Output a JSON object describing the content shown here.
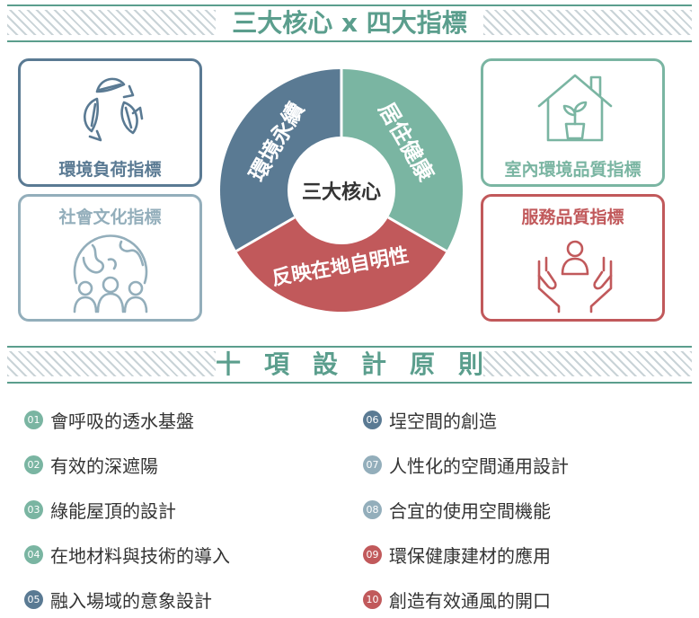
{
  "header": {
    "title": "三大核心 x 四大指標"
  },
  "indicators": {
    "environment_load": "環境負荷指標",
    "social_culture": "社會文化指標",
    "indoor_env": "室內環境品質指標",
    "service_quality": "服務品質指標"
  },
  "core": {
    "center": "三大核心",
    "sustainability": "環境永續",
    "health": "居住健康",
    "locality": "反映在地自明性"
  },
  "principles_banner": {
    "title": "十項設計原則"
  },
  "principles": [
    {
      "num": "01",
      "text": "會呼吸的透水基盤"
    },
    {
      "num": "02",
      "text": "有效的深遮陽"
    },
    {
      "num": "03",
      "text": "綠能屋頂的設計"
    },
    {
      "num": "04",
      "text": "在地材料與技術的導入"
    },
    {
      "num": "05",
      "text": "融入場域的意象設計"
    },
    {
      "num": "06",
      "text": "埕空間的創造"
    },
    {
      "num": "07",
      "text": "人性化的空間通用設計"
    },
    {
      "num": "08",
      "text": "合宜的使用空間機能"
    },
    {
      "num": "09",
      "text": "環保健康建材的應用"
    },
    {
      "num": "10",
      "text": "創造有效通風的開口"
    }
  ],
  "colors": {
    "green": "#7ab5a2",
    "blue": "#5a7a93",
    "red": "#c1595b",
    "light_blue": "#93aebb"
  },
  "icons": {
    "environment_load": "recycle-leaves-icon",
    "social_culture": "globe-people-icon",
    "indoor_env": "house-plant-icon",
    "service_quality": "hands-person-icon"
  }
}
